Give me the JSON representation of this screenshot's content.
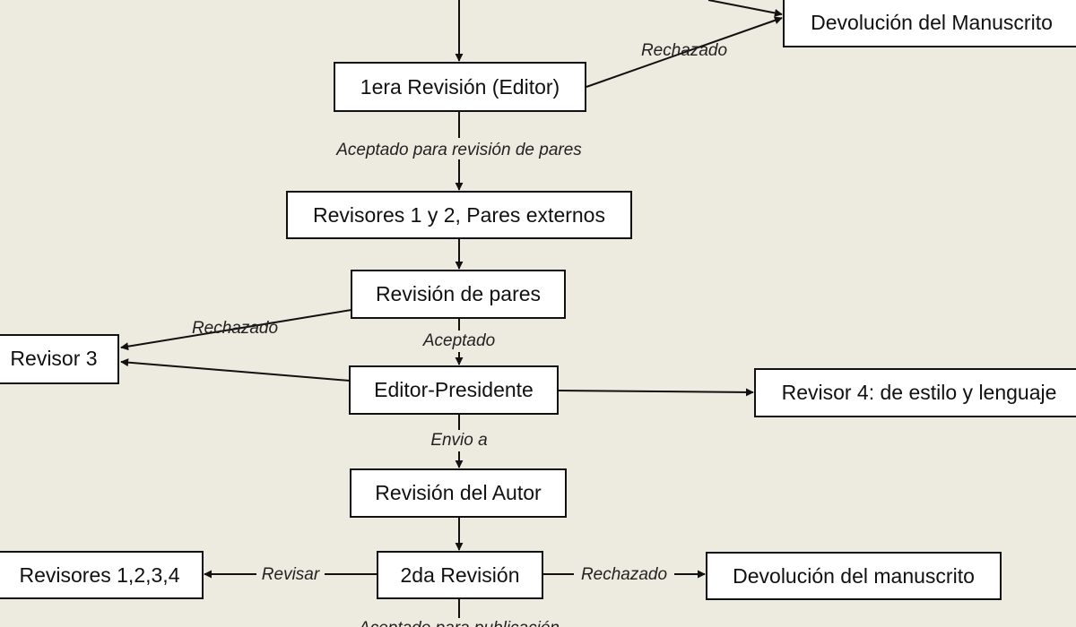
{
  "nodes": {
    "devolucion_manuscrito_top": "Devolución del Manuscrito",
    "primera_revision": "1era Revisión (Editor)",
    "revisores_1_2": "Revisores 1 y 2, Pares externos",
    "revision_pares": "Revisión de pares",
    "revisor_3": "Revisor 3",
    "editor_presidente": "Editor-Presidente",
    "revisor_4": "Revisor 4: de estilo y lenguaje",
    "revision_autor": "Revisión del Autor",
    "segunda_revision": "2da Revisión",
    "revisores_1234": "Revisores 1,2,3,4",
    "devolucion_manuscrito_bottom": "Devolución del manuscrito"
  },
  "edge_labels": {
    "rechazado_1": "Rechazado",
    "aceptado_pares": "Aceptado para revisión de pares",
    "rechazado_2": "Rechazado",
    "aceptado": "Aceptado",
    "envio_a": "Envio a",
    "revisar": "Revisar",
    "rechazado_3": "Rechazado",
    "aceptado_publicacion": "Aceptado para publicación"
  }
}
